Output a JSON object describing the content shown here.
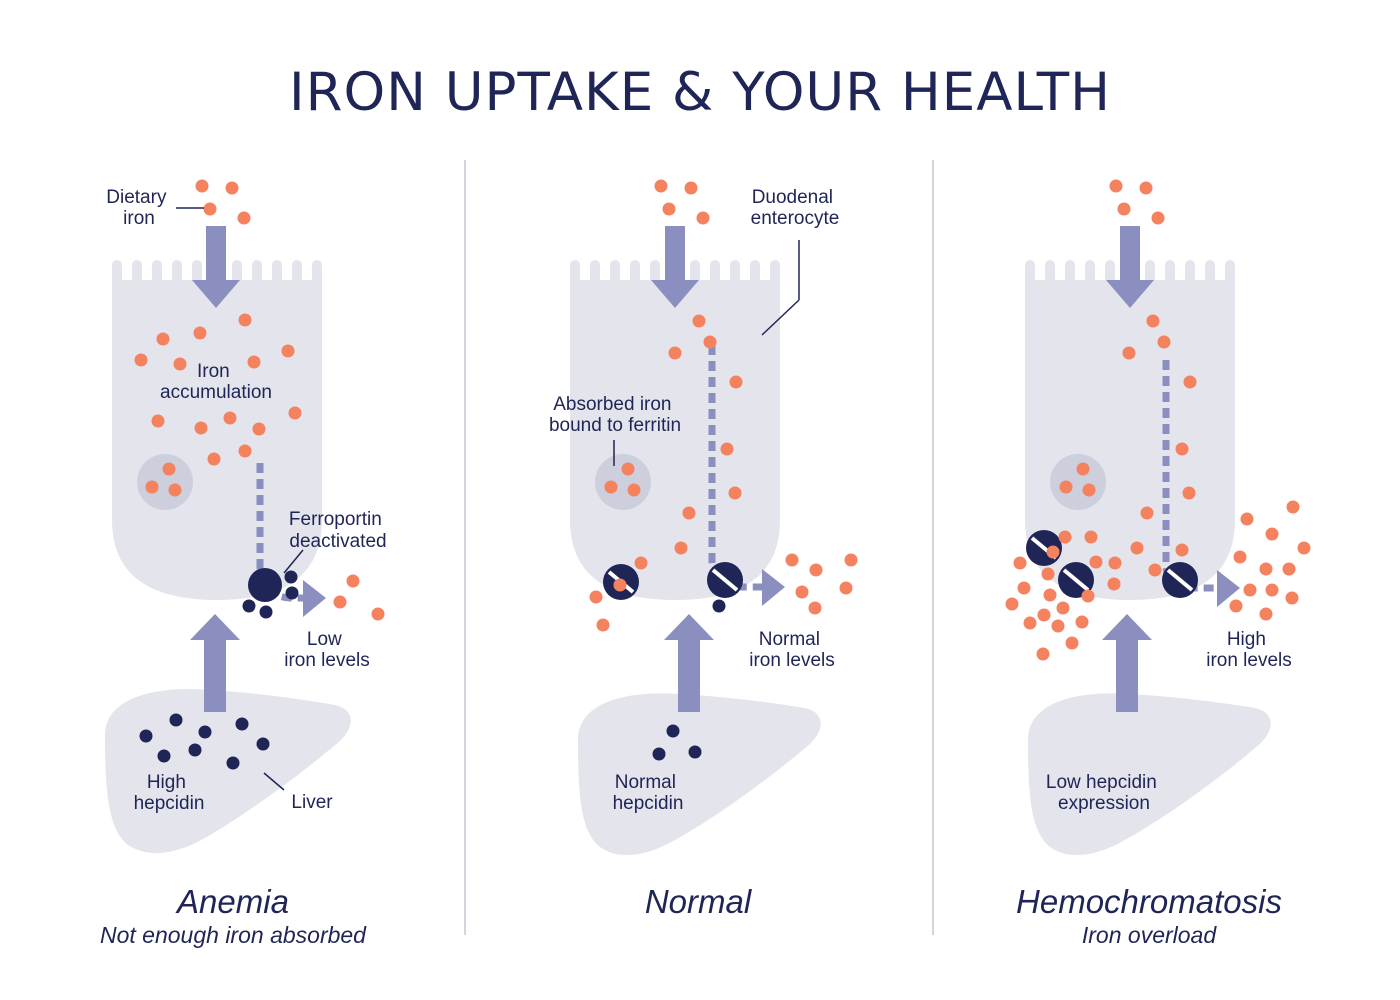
{
  "title": "IRON UPTAKE & YOUR HEALTH",
  "colors": {
    "navy": "#1f2556",
    "iron": "#f5825e",
    "arrow": "#8a8fbf",
    "cell": "#e3e4ec",
    "ferritin": "#cdcfdc",
    "divider": "#d2d4de"
  },
  "panels": [
    {
      "caption": "Anemia",
      "subcaption": "Not enough iron absorbed",
      "labels": {
        "dietary_iron": [
          "Dietary",
          "iron"
        ],
        "iron_accumulation": [
          "Iron",
          "accumulation"
        ],
        "ferroportin": [
          "Ferroportin",
          "deactivated"
        ],
        "iron_levels": [
          "Low",
          "iron levels"
        ],
        "hepcidin": [
          "High",
          "hepcidin"
        ],
        "liver": [
          "Liver"
        ]
      }
    },
    {
      "caption": "Normal",
      "subcaption": "",
      "labels": {
        "enterocyte": [
          "Duodenal",
          "enterocyte"
        ],
        "ferritin": [
          "Absorbed iron",
          "bound to ferritin"
        ],
        "iron_levels": [
          "Normal",
          "iron levels"
        ],
        "hepcidin": [
          "Normal",
          "hepcidin"
        ]
      }
    },
    {
      "caption": "Hemochromatosis",
      "subcaption": "Iron overload",
      "labels": {
        "iron_levels": [
          "High",
          "iron levels"
        ],
        "hepcidin": [
          "Low hepcidin",
          "expression"
        ]
      }
    }
  ]
}
